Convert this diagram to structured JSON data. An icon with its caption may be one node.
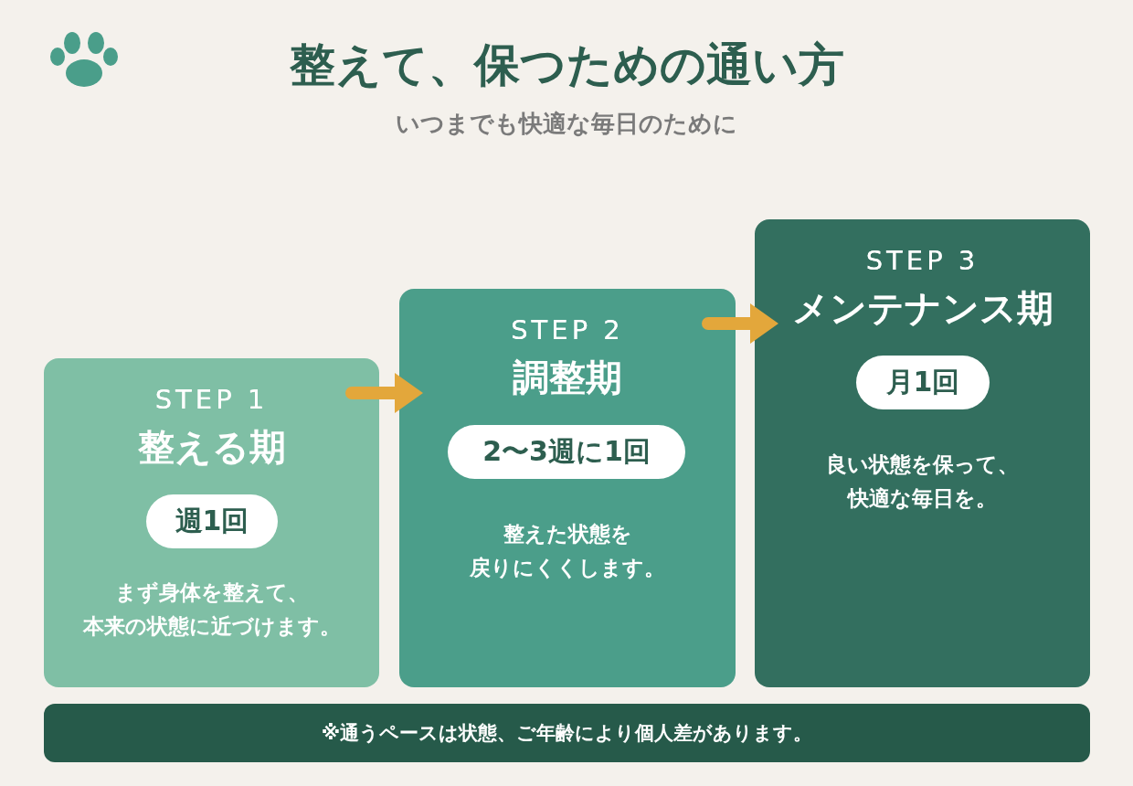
{
  "diagram": {
    "title": "整えて、保つための通い方",
    "nodes": [
      {
        "text": [
          "STEP 1",
          "整える期",
          "まず身体を整えて、本来の状態に近づけます。"
        ]
      },
      {
        "text": [
          "週1回"
        ],
        "in": 0
      },
      {
        "text": [
          "STEP 2",
          "調整期",
          "整えた状態を戻りにくくします。"
        ]
      },
      {
        "text": [
          "2〜3週に1回"
        ],
        "in": 2
      },
      {
        "text": [
          "STEP 3",
          "メンテナンス期",
          "良い状態を保って、快適な毎日を。"
        ]
      },
      {
        "text": [
          "月1回"
        ],
        "in": 4
      },
      {
        "text": [
          "※通うペースは状態、ご年齢により個人差があります。"
        ]
      }
    ],
    "edges": [
      {
        "from": 0,
        "to": 2,
        "arrow": "to"
      },
      {
        "from": 2,
        "to": 4,
        "arrow": "to"
      }
    ],
    "labels": [
      "いつまでも快適な毎日のために"
    ]
  }
}
